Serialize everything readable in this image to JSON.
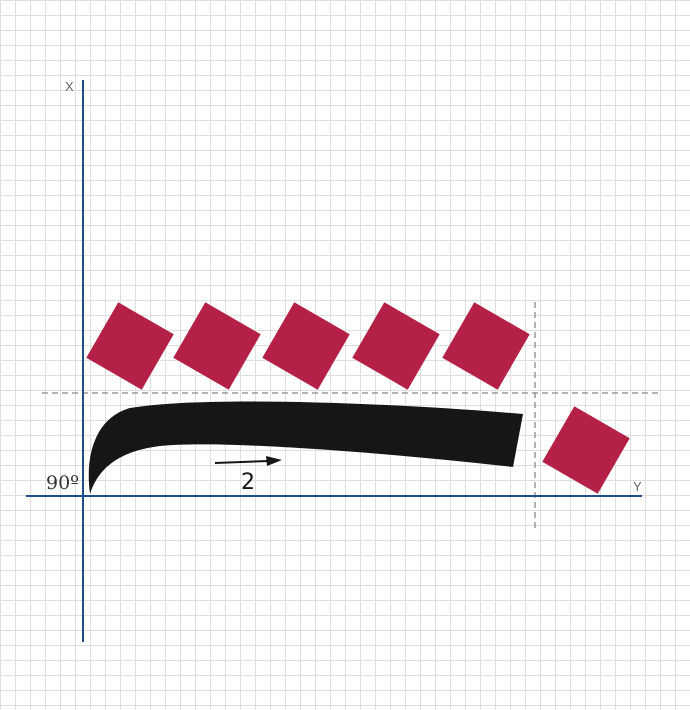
{
  "axes": {
    "x_label": "X",
    "y_label": "Y"
  },
  "angle_label": "90º",
  "step_label": "2",
  "tiles": {
    "upper_row_count": 5,
    "lower_row_count": 1
  },
  "colors": {
    "tile": "#b42046",
    "axis": "#1f4e8c",
    "blade": "#161616",
    "guide": "#999999",
    "label": "#666666"
  }
}
